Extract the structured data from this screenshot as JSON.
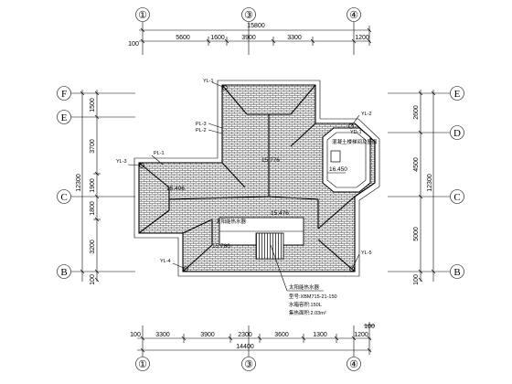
{
  "axes": {
    "top": [
      "①",
      "③",
      "④"
    ],
    "bottom": [
      "①",
      "③",
      "④"
    ],
    "left": [
      "F",
      "E",
      "C",
      "B"
    ],
    "right": [
      "E",
      "D",
      "C",
      "B"
    ]
  },
  "top_dims": {
    "total": "15800",
    "edge": "100",
    "segments": [
      "5600",
      "1600",
      "3900",
      "3300",
      "1200"
    ]
  },
  "bottom_dims": {
    "total": "14400",
    "edge": "100",
    "top_small": "100",
    "segments": [
      "3300",
      "3900",
      "2300",
      "3600",
      "1300",
      "1200"
    ]
  },
  "left_dims": {
    "total": "12300",
    "edge": "100",
    "segments": [
      "1500",
      "3700",
      "1900",
      "1800",
      "3200"
    ]
  },
  "right_dims": {
    "total": "12300",
    "edge": "100",
    "segments": [
      "2600",
      "4500",
      "5000"
    ]
  },
  "labels": {
    "yl1": "YL-1",
    "yl2": "YL-2",
    "yl3": "YL-3",
    "yl4": "YL-4",
    "yl5": "YL-5",
    "pl1": "PL-1",
    "pl2": "PL-2",
    "pl3": "PL-3",
    "yd1": "YD-1",
    "roof_top": "15.776",
    "roof_left": "15.406",
    "roof_mid": "15.476",
    "roof_low": "15.786",
    "tower": "16.450",
    "stair_note": "太阳能热水器",
    "tower_note": "混凝土楼梯间及屋面",
    "heater_title": "太阳能热水器",
    "heater_model": "型号:XBM715-21-150",
    "heater_capacity": "水箱容积:150L",
    "heater_area": "集热面积:2.03m²"
  }
}
